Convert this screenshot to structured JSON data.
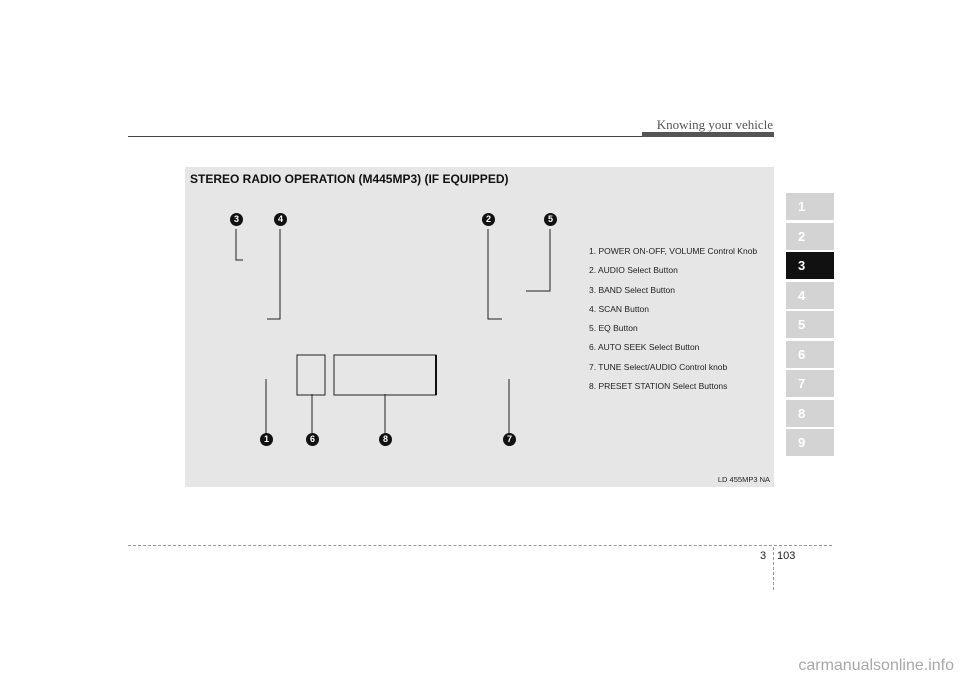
{
  "header": {
    "title": "Knowing your vehicle"
  },
  "panel": {
    "title": "STEREO RADIO OPERATION (M445MP3) (IF EQUIPPED)",
    "image_code": "LD 455MP3 NA",
    "callouts": [
      "1",
      "2",
      "3",
      "4",
      "5",
      "6",
      "7",
      "8"
    ],
    "legend": [
      "1. POWER ON-OFF, VOLUME Control Knob",
      "2. AUDIO Select Button",
      "3. BAND Select Button",
      "4. SCAN Button",
      "5. EQ Button",
      "6. AUTO SEEK Select Button",
      "7. TUNE Select/AUDIO Control knob",
      "8. PRESET STATION Select Buttons"
    ]
  },
  "chapter_tabs": {
    "items": [
      "1",
      "2",
      "3",
      "4",
      "5",
      "6",
      "7",
      "8",
      "9"
    ],
    "active": "3"
  },
  "footer": {
    "chapter": "3",
    "page": "103"
  },
  "watermark": "carmanualsonline.info",
  "colors": {
    "panel_bg": "#e6e6e6",
    "tab_inactive": "#d3d3d3",
    "tab_active": "#111111"
  }
}
